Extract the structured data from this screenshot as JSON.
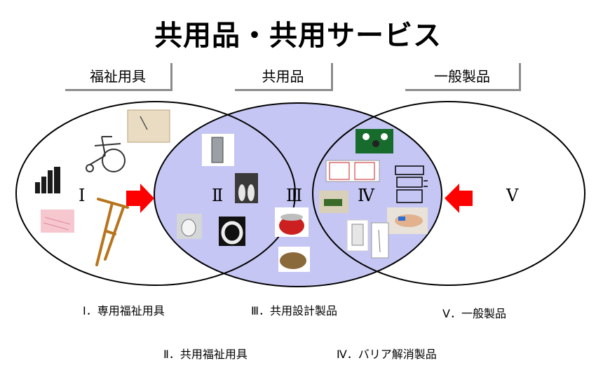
{
  "title": "共用品・共用サービス",
  "headers": {
    "welfare": "福祉用具",
    "shared": "共用品",
    "general": "一般製品"
  },
  "regions": {
    "r1": "Ⅰ",
    "r2": "Ⅱ",
    "r3": "Ⅲ",
    "r4": "Ⅳ",
    "r5": "Ⅴ"
  },
  "legend": {
    "c1": "Ⅰ．専用福祉用具",
    "c2": "Ⅱ．共用福祉用具",
    "c3": "Ⅲ．共用設計製品",
    "c4": "Ⅳ．バリア解消製品",
    "c5": "Ⅴ．一般製品"
  },
  "colors": {
    "shared_fill": "#c6c6f4",
    "arrow": "#ff0000",
    "outline": "#000000"
  },
  "icons": [
    "document-icon",
    "wheelchair-icon",
    "bar-chart-icon",
    "crutch-icon",
    "paper-icon",
    "lighter-icon",
    "bottles-icon",
    "toilet-icon",
    "toilet-seat-icon",
    "rice-cooker-icon",
    "gloves-icon",
    "board-game-icon",
    "playing-cards-icon",
    "phone-diagram-icon",
    "shaver-icon",
    "hand-device-icon",
    "cup-icon",
    "slim-device-icon"
  ]
}
